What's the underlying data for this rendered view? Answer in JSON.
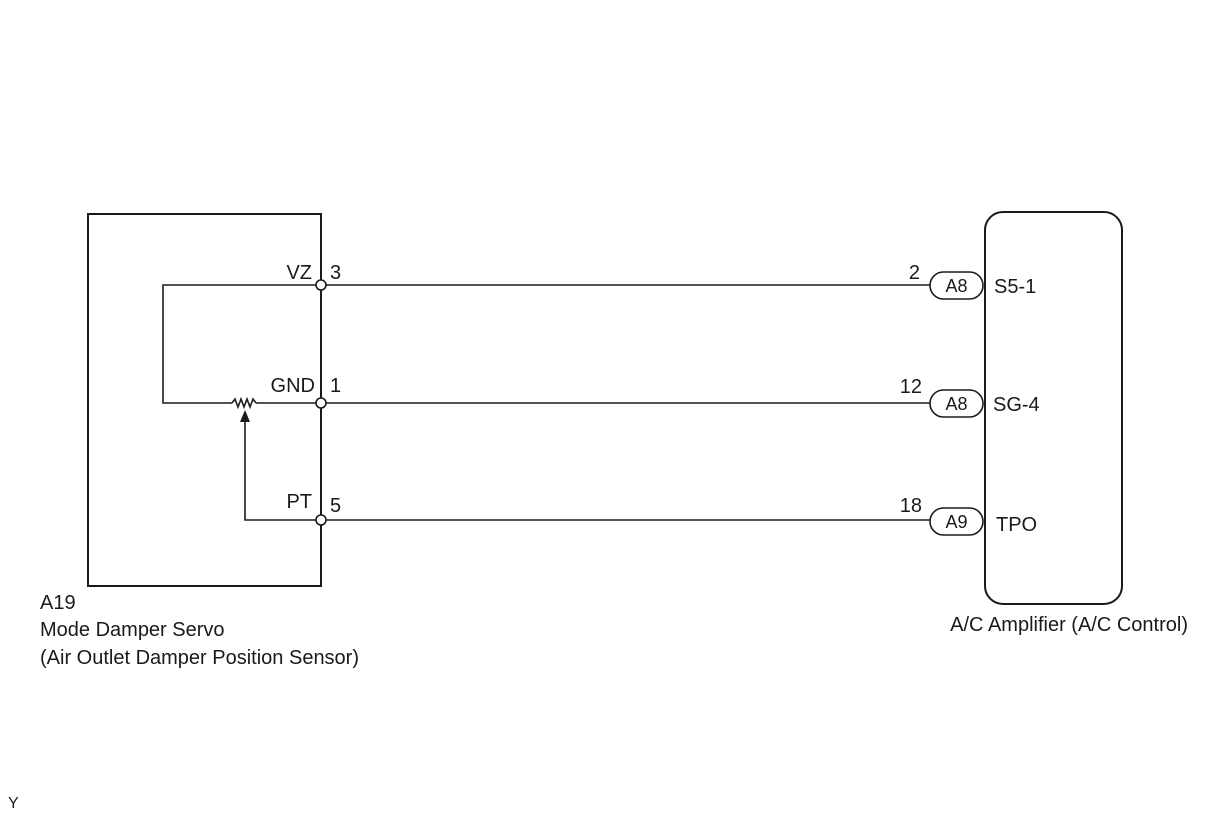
{
  "servo": {
    "code": "A19",
    "name": "Mode Damper Servo",
    "subtitle": "(Air Outlet Damper Position Sensor)",
    "pins": [
      {
        "label": "VZ",
        "number": "3"
      },
      {
        "label": "GND",
        "number": "1"
      },
      {
        "label": "PT",
        "number": "5"
      }
    ]
  },
  "amplifier": {
    "name": "A/C Amplifier (A/C Control)",
    "pins": [
      {
        "number": "2",
        "connector": "A8",
        "label": "S5-1"
      },
      {
        "number": "12",
        "connector": "A8",
        "label": "SG-4"
      },
      {
        "number": "18",
        "connector": "A9",
        "label": "TPO"
      }
    ]
  },
  "footer_mark": "Y"
}
